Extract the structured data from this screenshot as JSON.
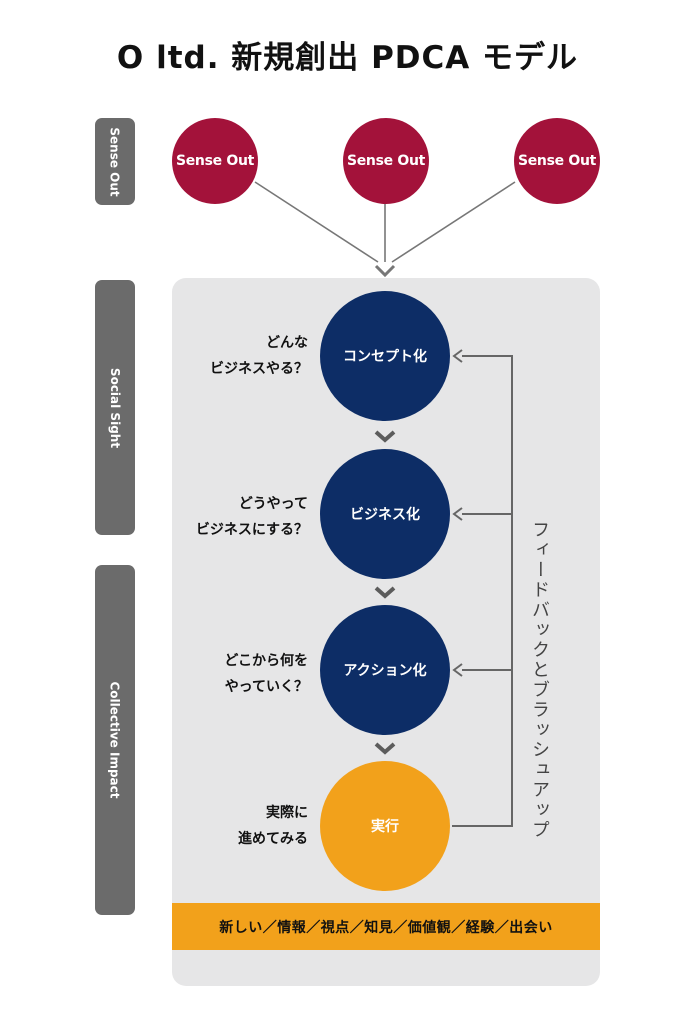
{
  "title": "O ltd.  新規創出 PDCA モデル",
  "side_labels": {
    "sense_out": "Sense Out",
    "social_sight": "Social Sight",
    "collective_impact": "Collective Impact"
  },
  "sense_out_nodes": [
    "Sense Out",
    "Sense Out",
    "Sense Out"
  ],
  "stages": {
    "concept": "コンセプト化",
    "business": "ビジネス化",
    "action": "アクション化",
    "execution": "実行"
  },
  "questions": {
    "concept": [
      "どんな",
      "ビジネスやる？"
    ],
    "business": [
      "どうやって",
      "ビジネスにする？"
    ],
    "action": [
      "どこから何を",
      "やっていく？"
    ],
    "execution": [
      "実際に",
      "進めてみる"
    ]
  },
  "feedback_label": "フィードバックとブラッシュアップ",
  "bottom_band": "新しい／情報／視点／知見／価値観／経験／出会い",
  "colors": {
    "sense_out": "#a3123a",
    "stage": "#0d2d66",
    "execution": "#f2a11b",
    "panel": "#e6e6e7",
    "side_bar": "#6b6b6b"
  }
}
